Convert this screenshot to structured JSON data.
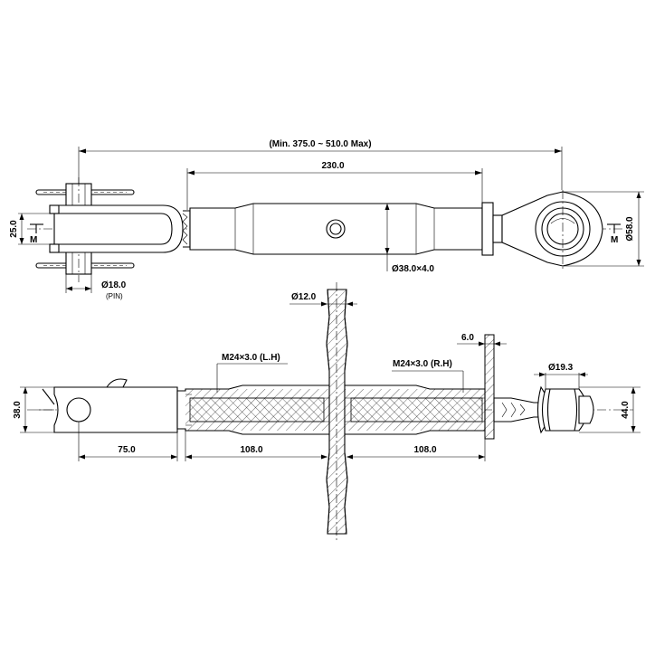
{
  "top_view": {
    "overall_length": "(Min. 375.0 ~ 510.0 Max)",
    "tube_length": "230.0",
    "tube_diameter": "Ø38.0×4.0",
    "fork_width": "25.0",
    "pin_diameter": "Ø18.0",
    "pin_label": "(PIN)",
    "eye_diameter": "Ø58.0",
    "section_mark_left": "M",
    "section_mark_right": "M"
  },
  "section_view": {
    "handle_diameter": "Ø12.0",
    "nut_thickness": "6.0",
    "thread_left": "M24×3.0 (L.H)",
    "thread_right": "M24×3.0 (R.H)",
    "ball_bore": "Ø19.3",
    "fork_height": "38.0",
    "ball_width": "44.0",
    "fork_length": "75.0",
    "thread_length_left": "108.0",
    "thread_length_right": "108.0"
  }
}
